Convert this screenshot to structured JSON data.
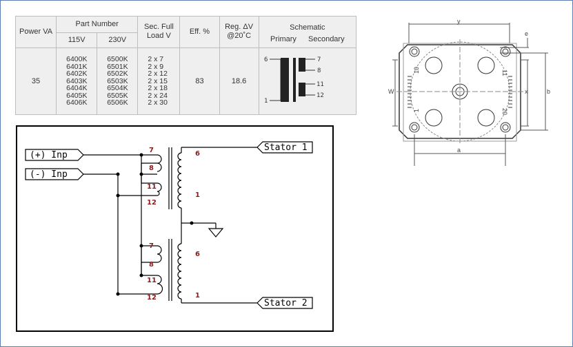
{
  "table": {
    "headers": {
      "power": "Power VA",
      "part_number": "Part Number",
      "v115": "115V",
      "v230": "230V",
      "sec_full_load": "Sec. Full Load V",
      "eff": "Eff. %",
      "reg": "Reg. ΔV @20˚C",
      "schematic": "Schematic",
      "primary": "Primary",
      "secondary": "Secondary"
    },
    "power": "35",
    "parts_115": [
      "6400K",
      "6401K",
      "6402K",
      "6403K",
      "6404K",
      "6405K",
      "6406K"
    ],
    "parts_230": [
      "6500K",
      "6501K",
      "6502K",
      "6503K",
      "6504K",
      "6505K",
      "6506K"
    ],
    "sec_load": [
      "2 x 7",
      "2 x 9",
      "2 x 12",
      "2 x 15",
      "2 x 18",
      "2 x 24",
      "2 x 30"
    ],
    "eff": "83",
    "reg": "18.6",
    "schematic_pins": {
      "p6": "6",
      "p1": "1",
      "s7": "7",
      "s8": "8",
      "s11": "11",
      "s12": "12"
    }
  },
  "drawing": {
    "dim_y": "y",
    "dim_e": "e",
    "dim_w": "W",
    "dim_x": "x",
    "dim_b": "b",
    "dim_a": "a",
    "pin_10": "10",
    "pin_1": "1",
    "pin_11": "11",
    "pin_20": "20"
  },
  "circuit": {
    "inp_plus": "(+) Inp",
    "inp_minus": "(-) Inp",
    "stator1": "Stator 1",
    "stator2": "Stator 2",
    "top": {
      "p7": "7",
      "p8": "8",
      "p11": "11",
      "p12": "12",
      "p6": "6",
      "p1": "1"
    },
    "bottom": {
      "p7": "7",
      "p8": "8",
      "p11": "11",
      "p12": "12",
      "p6": "6",
      "p1": "1"
    }
  }
}
